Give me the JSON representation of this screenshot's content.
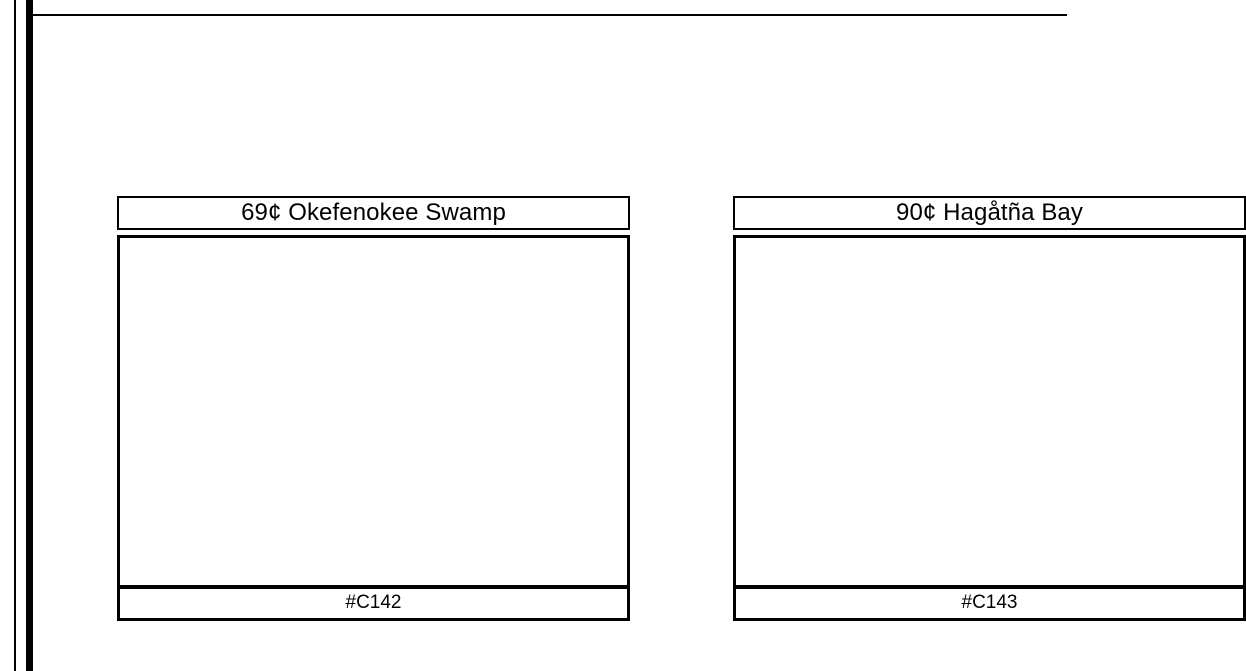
{
  "page": {
    "background_color": "#ffffff",
    "ink_color": "#000000"
  },
  "frame": {
    "thin_rule_name": "left-thin-rule",
    "thick_rule_name": "left-thick-rule",
    "top_rule_name": "top-horizontal-rule"
  },
  "cards": [
    {
      "title": "69¢ Okefenokee Swamp",
      "denomination": "69¢",
      "name": "Okefenokee Swamp",
      "catalog_number": "#C142",
      "clipped": false
    },
    {
      "title": "90¢ Hagåtña Bay",
      "denomination": "90¢",
      "name": "Hagåtña Bay",
      "catalog_number": "#C143",
      "clipped": true
    }
  ]
}
